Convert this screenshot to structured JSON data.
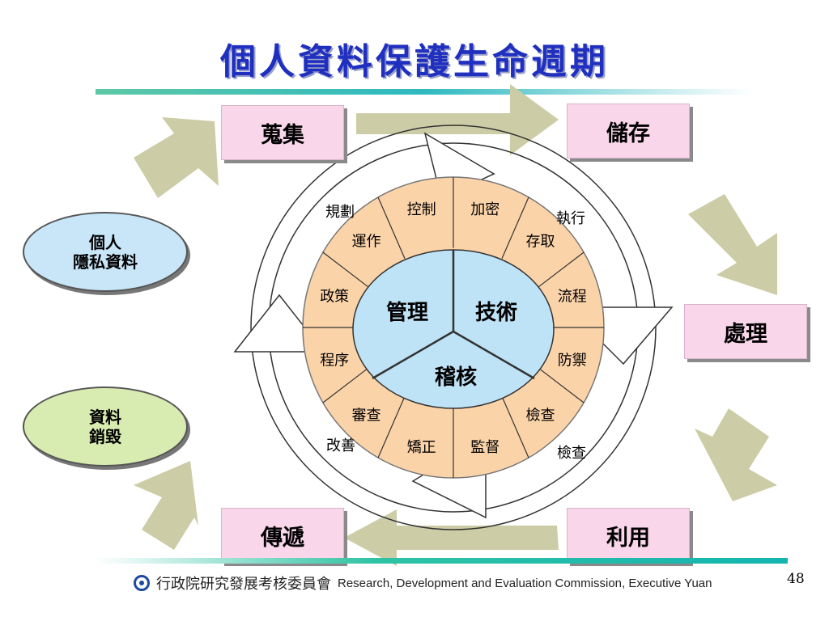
{
  "title": "個人資料保護生命週期",
  "stages": {
    "collect": "蒐集",
    "store": "儲存",
    "process": "處理",
    "use": "利用",
    "transmit": "傳遞"
  },
  "ovals": {
    "personal_privacy": "個人\n隱私資料",
    "data_destruction": "資料\n銷毀"
  },
  "center": {
    "management": "管理",
    "technology": "技術",
    "audit": "稽核"
  },
  "ring_items": [
    "控制",
    "加密",
    "存取",
    "流程",
    "防禦",
    "檢查",
    "監督",
    "矯正",
    "審查",
    "程序",
    "政策",
    "運作"
  ],
  "cycle_labels": {
    "plan": "規劃",
    "do": "執行",
    "check": "檢查",
    "act": "改善"
  },
  "footer": {
    "org_zh": "行政院研究發展考核委員會",
    "org_en": "Research, Development and Evaluation Commission, Executive Yuan"
  },
  "page_number": "48",
  "colors": {
    "title": "#1f2fbf",
    "box_fill": "#f9d6ea",
    "arrow_fill": "#cccca6",
    "ring_fill": "#fbd3a9",
    "center_fill": "#bfe3f6",
    "oval_blue": "#c9e6f8",
    "oval_green": "#d8ebb0"
  }
}
